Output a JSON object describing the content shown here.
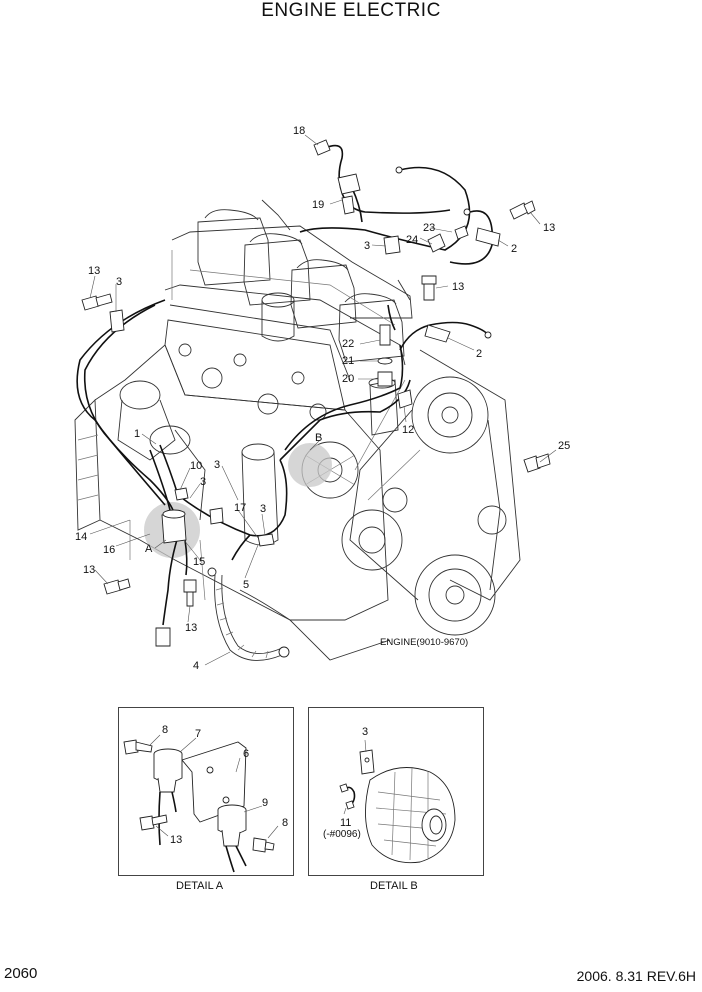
{
  "title": "ENGINE ELECTRIC",
  "engine_model": "ENGINE(9010-9670)",
  "page_number": "2060",
  "revision": "2006. 8.31  REV.6H",
  "detail_a": {
    "caption": "DETAIL A",
    "callouts": [
      "8",
      "7",
      "6",
      "9",
      "8",
      "13"
    ]
  },
  "detail_b": {
    "caption": "DETAIL B",
    "callouts": [
      "3",
      "11",
      "(-#0096)"
    ]
  },
  "main_callouts": [
    "18",
    "19",
    "13",
    "3",
    "23",
    "24",
    "2",
    "13",
    "3",
    "13",
    "22",
    "21",
    "20",
    "2",
    "12",
    "25",
    "1",
    "B",
    "10",
    "3",
    "3",
    "17",
    "3",
    "14",
    "16",
    "A",
    "15",
    "13",
    "5",
    "13",
    "4"
  ]
}
